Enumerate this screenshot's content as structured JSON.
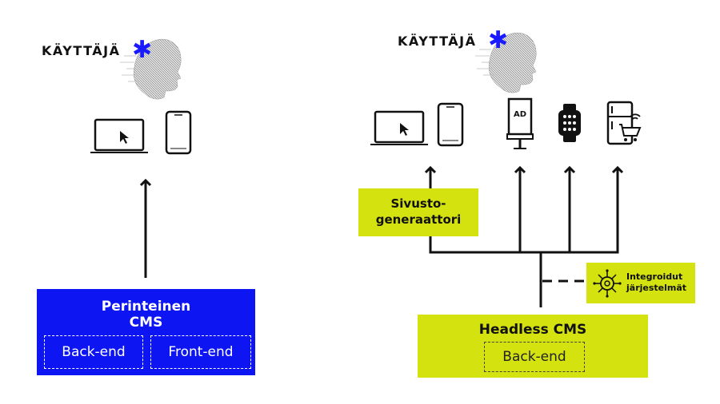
{
  "left": {
    "user_label": "KÄYTTÄJÄ",
    "cms_title_line1": "Perinteinen",
    "cms_title_line2": "CMS",
    "backend": "Back-end",
    "frontend": "Front-end"
  },
  "right": {
    "user_label": "KÄYTTÄJÄ",
    "ad_label": "AD",
    "generator_line1": "Sivusto-",
    "generator_line2": "generaattori",
    "integrated_line1": "Integroidut",
    "integrated_line2": "järjestelmät",
    "cms_title": "Headless CMS",
    "backend": "Back-end"
  },
  "colors": {
    "blue": "#0d16f2",
    "lime": "#d4e20f",
    "star": "#1a1aff"
  },
  "icons": [
    "head-icon",
    "laptop-icon",
    "phone-icon",
    "billboard-icon",
    "smartwatch-icon",
    "smart-fridge-icon",
    "circuit-icon",
    "asterisk-icon"
  ]
}
